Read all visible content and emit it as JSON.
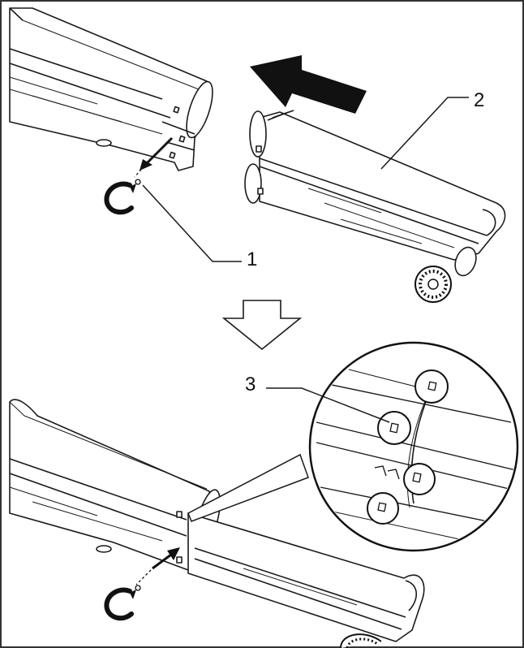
{
  "callouts": {
    "one": "1",
    "two": "2",
    "three": "3"
  },
  "colors": {
    "line": "#1a1a1a",
    "fill": "#ffffff",
    "arrow": "#111111",
    "frame": "#333333"
  },
  "icons": {
    "move_direction": "arrow-left-icon",
    "next_step": "arrow-down-outline-icon",
    "clip": "circlip-icon"
  }
}
